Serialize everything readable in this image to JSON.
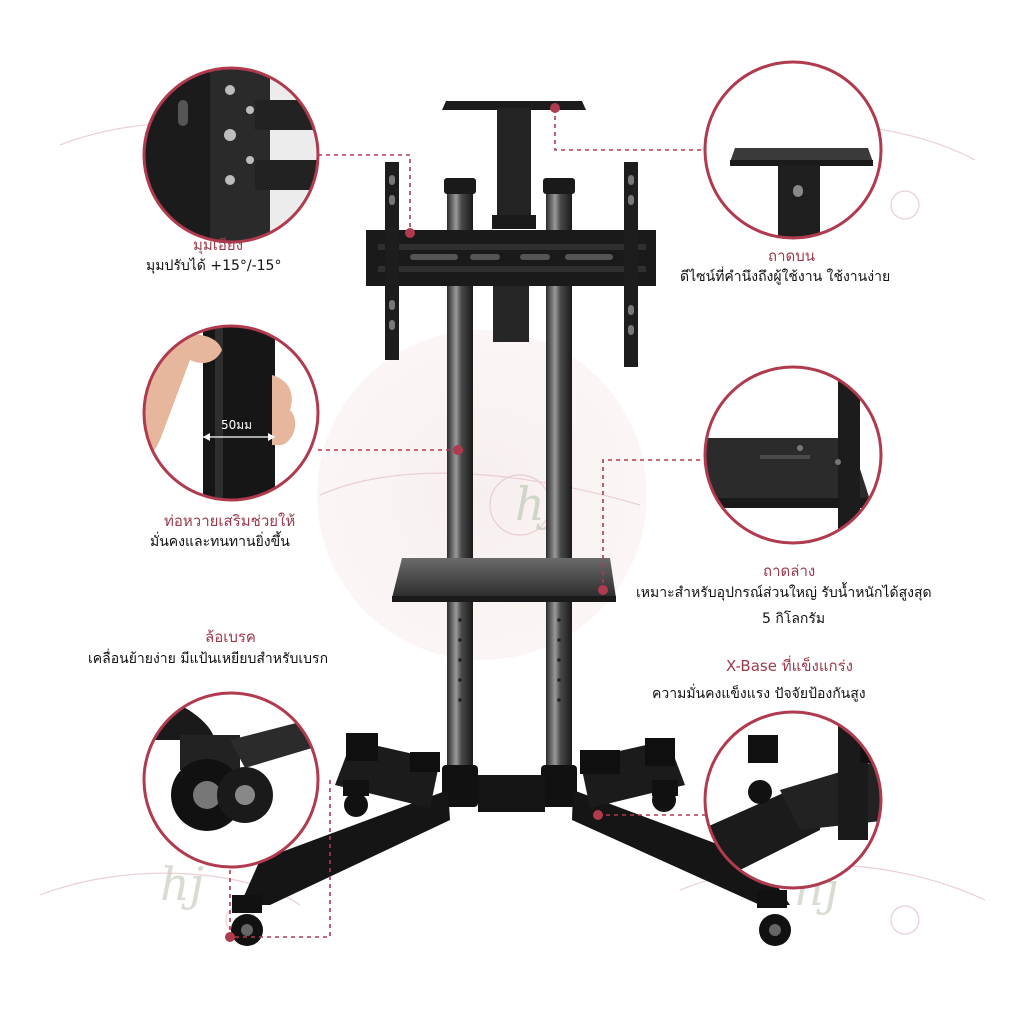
{
  "colors": {
    "accent": "#b03a4e",
    "title_text": "#9b3a4c",
    "body_text": "#111111",
    "product_black": "#1b1b1b",
    "watermark": "#e8c9cf"
  },
  "watermark_text": "hj",
  "callouts": {
    "tilt": {
      "title": "มุมเอียง",
      "desc": "มุมปรับได้ +15°/-15°"
    },
    "top_tray": {
      "title": "ถาดบน",
      "desc": "ดีไซน์ที่คำนึงถึงผู้ใช้งาน ใช้งานง่าย"
    },
    "pole": {
      "title": "ท่อหวายเสริมช่วยให้",
      "desc": "มั่นคงและทนทานยิ่งขึ้น",
      "measure": "50มม"
    },
    "bottom_tray": {
      "title": "ถาดล่าง",
      "desc_line1": "เหมาะสำหรับอุปกรณ์ส่วนใหญ่ รับน้ำหนักได้สูงสุด",
      "desc_line2": "5 กิโลกรัม"
    },
    "wheel": {
      "title": "ล้อเบรค",
      "desc": "เคลื่อนย้ายง่าย มีแป้นเหยียบสำหรับเบรก"
    },
    "base": {
      "title": "X-Base ที่แข็งแกร่ง",
      "desc": "ความมั่นคงแข็งแรง ปัจจัยป้องกันสูง"
    }
  }
}
